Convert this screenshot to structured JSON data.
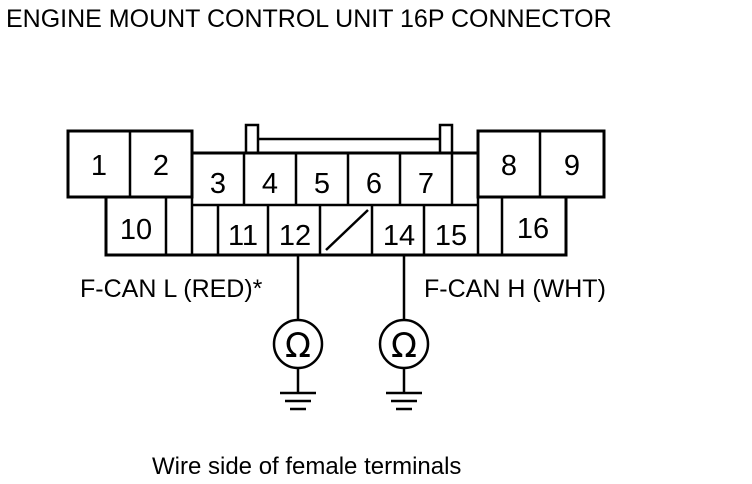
{
  "title": "ENGINE MOUNT CONTROL UNIT 16P CONNECTOR",
  "caption": "Wire side of female terminals",
  "pins": [
    "1",
    "2",
    "3",
    "4",
    "5",
    "6",
    "7",
    "8",
    "9",
    "10",
    "11",
    "12",
    "14",
    "15",
    "16"
  ],
  "probes": [
    {
      "wire_label": "F-CAN L (RED)*",
      "terminal": "12",
      "meter_symbol": "Ω",
      "icon": "ground-icon"
    },
    {
      "wire_label": "F-CAN H (WHT)",
      "terminal": "14",
      "meter_symbol": "Ω",
      "icon": "ground-icon"
    }
  ]
}
